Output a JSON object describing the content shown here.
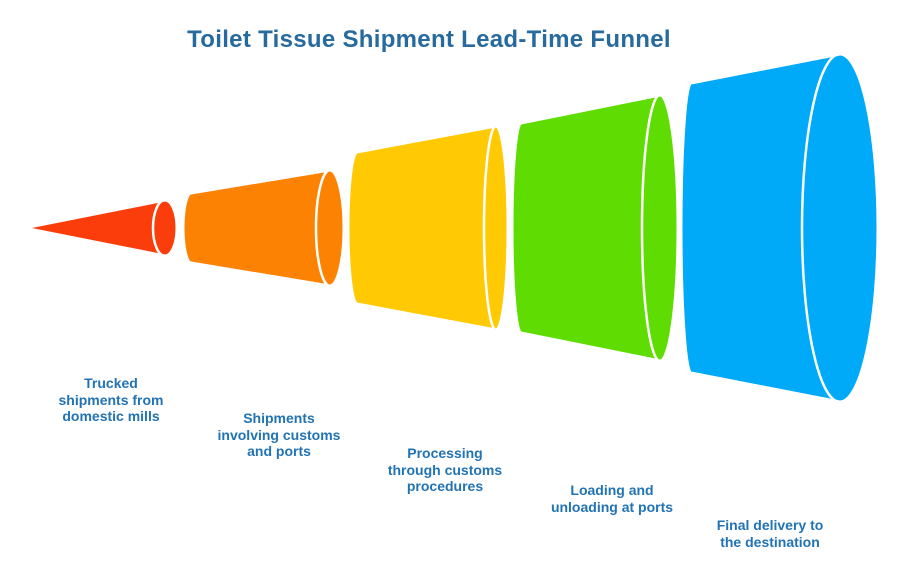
{
  "title": {
    "text": "Toilet Tissue Shipment Lead-Time Funnel",
    "color": "#266a9e"
  },
  "label_color": "#2173b4",
  "outline_color": "#ffffff",
  "background_color": "#ffffff",
  "funnel": {
    "type": "funnel",
    "orientation": "horizontal-expanding-right",
    "stages": [
      {
        "label": "Trucked shipments from domestic mills",
        "label_lines": [
          "Trucked",
          "shipments from",
          "domestic mills"
        ],
        "color": "#fa3d0a"
      },
      {
        "label": "Shipments involving customs and ports",
        "label_lines": [
          "Shipments",
          "involving customs",
          "and ports"
        ],
        "color": "#fc8204"
      },
      {
        "label": "Processing through customs procedures",
        "label_lines": [
          "Processing",
          "through customs",
          "procedures"
        ],
        "color": "#ffc904"
      },
      {
        "label": "Loading and unloading at ports",
        "label_lines": [
          "Loading and",
          "unloading at ports"
        ],
        "color": "#5fdd02"
      },
      {
        "label": "Final delivery to the destination",
        "label_lines": [
          "Final delivery to",
          "the destination"
        ],
        "color": "#00aaf8"
      }
    ]
  }
}
